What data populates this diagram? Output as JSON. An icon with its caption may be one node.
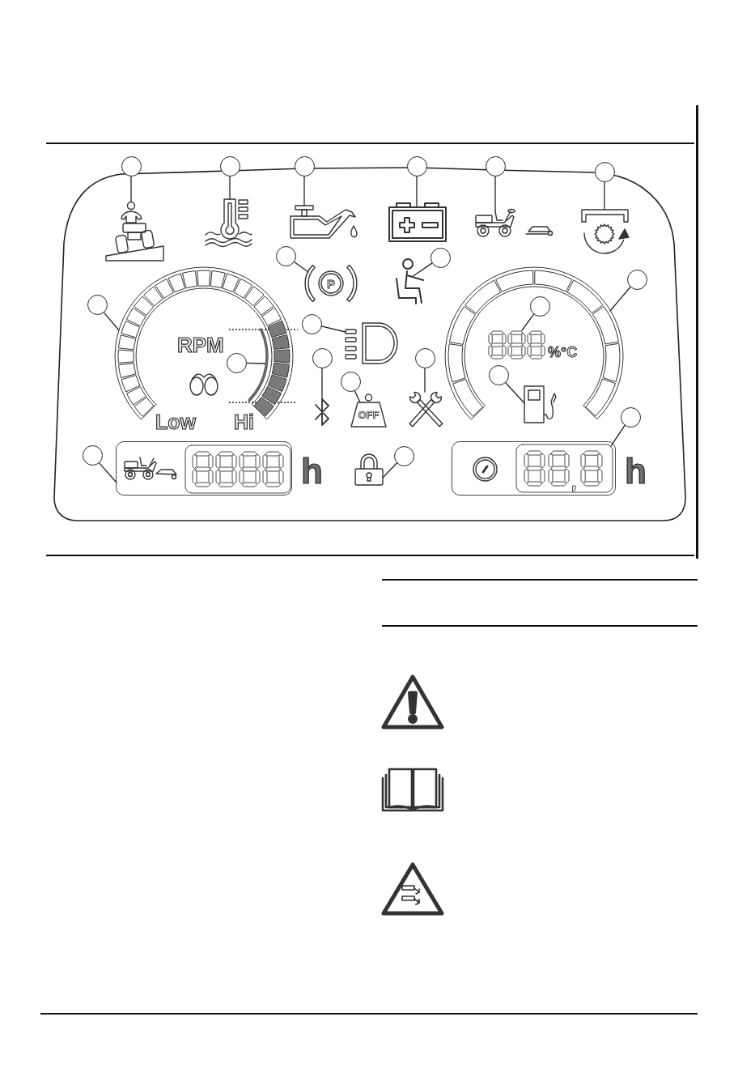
{
  "diagram": {
    "nodes": [
      {
        "text": [],
        "shape": "circle"
      },
      {
        "text": [],
        "shape": "circle"
      },
      {
        "text": [],
        "shape": "circle"
      },
      {
        "text": [],
        "shape": "circle"
      },
      {
        "text": [],
        "shape": "circle"
      },
      {
        "text": [],
        "shape": "circle"
      },
      {
        "text": [],
        "shape": "circle"
      },
      {
        "text": [],
        "shape": "circle"
      },
      {
        "text": [],
        "shape": "circle"
      },
      {
        "text": [],
        "shape": "circle"
      },
      {
        "text": [],
        "shape": "circle"
      },
      {
        "text": [],
        "shape": "circle"
      },
      {
        "text": [],
        "shape": "circle"
      },
      {
        "text": [],
        "shape": "circle"
      },
      {
        "text": [],
        "shape": "circle"
      },
      {
        "text": [],
        "shape": "circle"
      },
      {
        "text": [],
        "shape": "circle"
      },
      {
        "text": [],
        "shape": "circle"
      },
      {
        "text": [],
        "shape": "circle"
      },
      {
        "text": [],
        "shape": "circle"
      },
      {
        "text": [],
        "shape": "picture"
      },
      {
        "text": [],
        "shape": "picture"
      },
      {
        "text": [],
        "shape": "picture"
      },
      {
        "text": [],
        "shape": "picture"
      },
      {
        "text": [],
        "shape": "picture"
      },
      {
        "text": [],
        "shape": "picture"
      },
      {
        "text": [
          "P"
        ]
      },
      {
        "text": [],
        "shape": "picture"
      },
      {
        "text": [],
        "shape": "arc"
      },
      {
        "text": [],
        "shape": "arc"
      },
      {
        "text": [],
        "shape": "box",
        "beside": [
          "%°C"
        ]
      },
      {
        "text": [],
        "shape": "picture"
      },
      {
        "text": [],
        "shape": "arc"
      },
      {
        "text": [],
        "shape": "picture"
      },
      {
        "text": [],
        "shape": "picture"
      },
      {
        "text": [
          "OFF"
        ]
      },
      {
        "text": [],
        "shape": "picture"
      },
      {
        "text": [],
        "shape": "box",
        "beside": [
          "h"
        ]
      },
      {
        "text": [],
        "shape": "box",
        "beside": [
          "h"
        ]
      },
      {
        "text": [],
        "shape": "picture"
      }
    ],
    "edges": [
      {
        "from": 0,
        "to": 20,
        "arrow": "none"
      },
      {
        "from": 1,
        "to": 21,
        "arrow": "none"
      },
      {
        "from": 2,
        "to": 22,
        "arrow": "none"
      },
      {
        "from": 3,
        "to": 23,
        "arrow": "none"
      },
      {
        "from": 4,
        "to": 24,
        "arrow": "none"
      },
      {
        "from": 5,
        "to": 25,
        "arrow": "none"
      },
      {
        "from": 6,
        "to": 26,
        "arrow": "none"
      },
      {
        "from": 7,
        "to": 27,
        "arrow": "none"
      },
      {
        "from": 8,
        "to": 28,
        "arrow": "none"
      },
      {
        "from": 9,
        "to": 29,
        "arrow": "none"
      },
      {
        "from": 10,
        "to": 30,
        "arrow": "none"
      },
      {
        "from": 11,
        "to": 31,
        "arrow": "none"
      },
      {
        "from": 12,
        "to": 32,
        "arrow": "none"
      },
      {
        "from": 13,
        "to": 33,
        "arrow": "none"
      },
      {
        "from": 14,
        "to": 34,
        "arrow": "none"
      },
      {
        "from": 15,
        "to": 35,
        "arrow": "none"
      },
      {
        "from": 16,
        "to": 36,
        "arrow": "none"
      },
      {
        "from": 17,
        "to": 37,
        "arrow": "none"
      },
      {
        "from": 18,
        "to": 38,
        "arrow": "none"
      },
      {
        "from": 19,
        "to": 39,
        "arrow": "none"
      }
    ],
    "labels": [
      "RPM",
      "Low",
      "Hi"
    ]
  }
}
